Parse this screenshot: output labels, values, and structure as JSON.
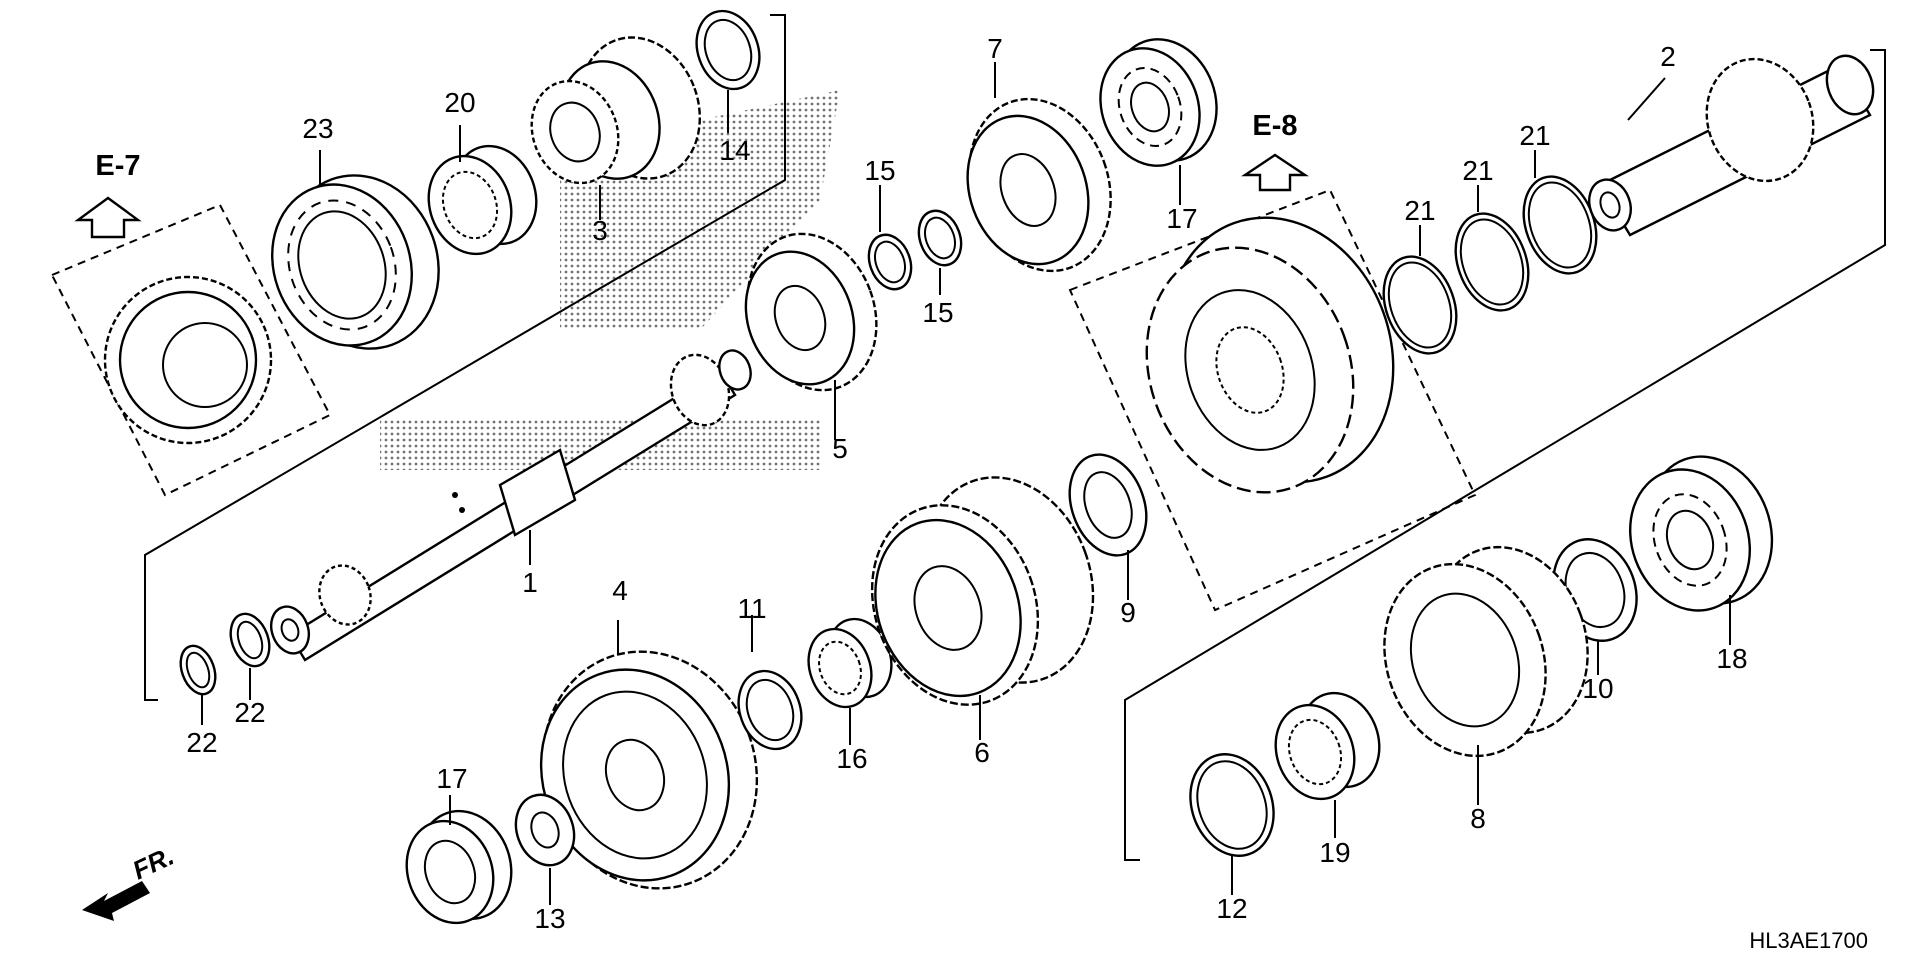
{
  "diagram": {
    "code": "HL3AE1700",
    "direction_label": "FR.",
    "references": [
      {
        "id": "ref-e7",
        "text": "E-7"
      },
      {
        "id": "ref-e8",
        "text": "E-8"
      }
    ],
    "callouts": [
      "1",
      "2",
      "3",
      "4",
      "5",
      "6",
      "7",
      "8",
      "9",
      "10",
      "11",
      "12",
      "13",
      "14",
      "15",
      "15",
      "16",
      "17",
      "17",
      "18",
      "19",
      "20",
      "21",
      "21",
      "21",
      "22",
      "22",
      "23"
    ]
  }
}
